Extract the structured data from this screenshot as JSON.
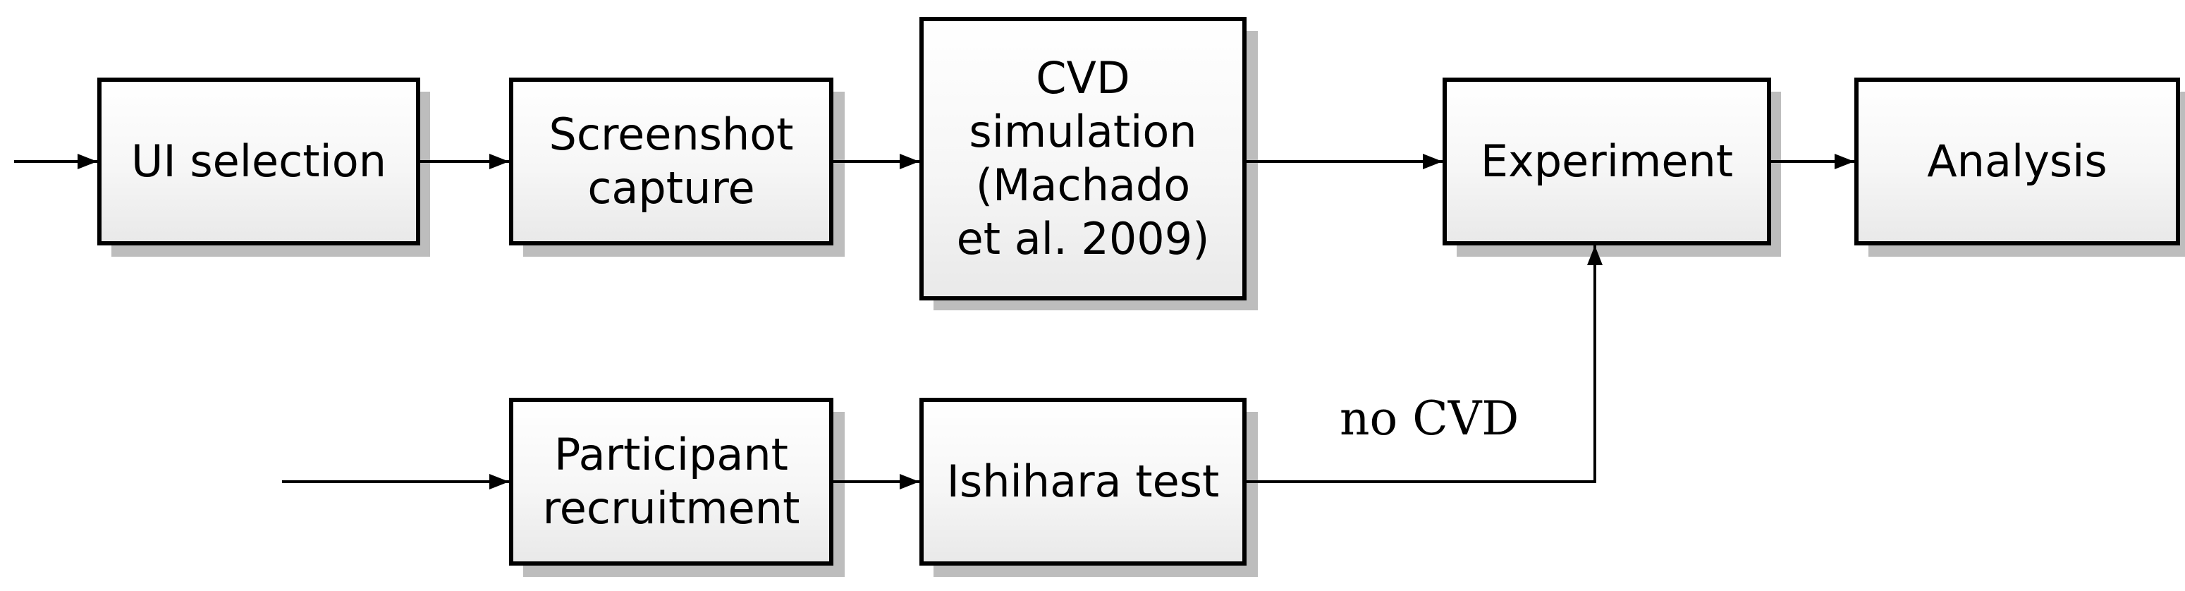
{
  "nodes": {
    "ui_selection": "UI selection",
    "screenshot_capture": "Screenshot\ncapture",
    "cvd_simulation": "CVD\nsimulation\n(Machado\net al.  2009)",
    "experiment": "Experiment",
    "analysis": "Analysis",
    "participant_recruitment": "Participant\nrecruitment",
    "ishihara_test": "Ishihara test"
  },
  "edge_labels": {
    "no_cvd": "no CVD"
  }
}
